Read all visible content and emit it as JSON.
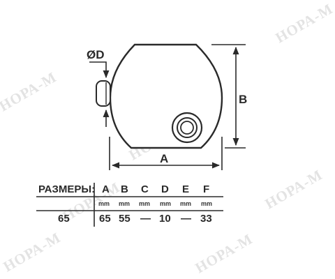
{
  "watermark": "НОРА-М",
  "dimensions": {
    "diameter": "ØD",
    "a": "A",
    "b": "B"
  },
  "table": {
    "header_label": "РАЗМЕРЫ:",
    "columns": [
      "A",
      "B",
      "C",
      "D",
      "E",
      "F"
    ],
    "units": [
      "mm",
      "mm",
      "mm",
      "mm",
      "mm",
      "mm"
    ],
    "row_label": "65",
    "values": [
      "65",
      "55",
      "—",
      "10",
      "—",
      "33"
    ]
  },
  "colors": {
    "line": "#2a2a2a",
    "watermark": "#e3e3e3"
  }
}
